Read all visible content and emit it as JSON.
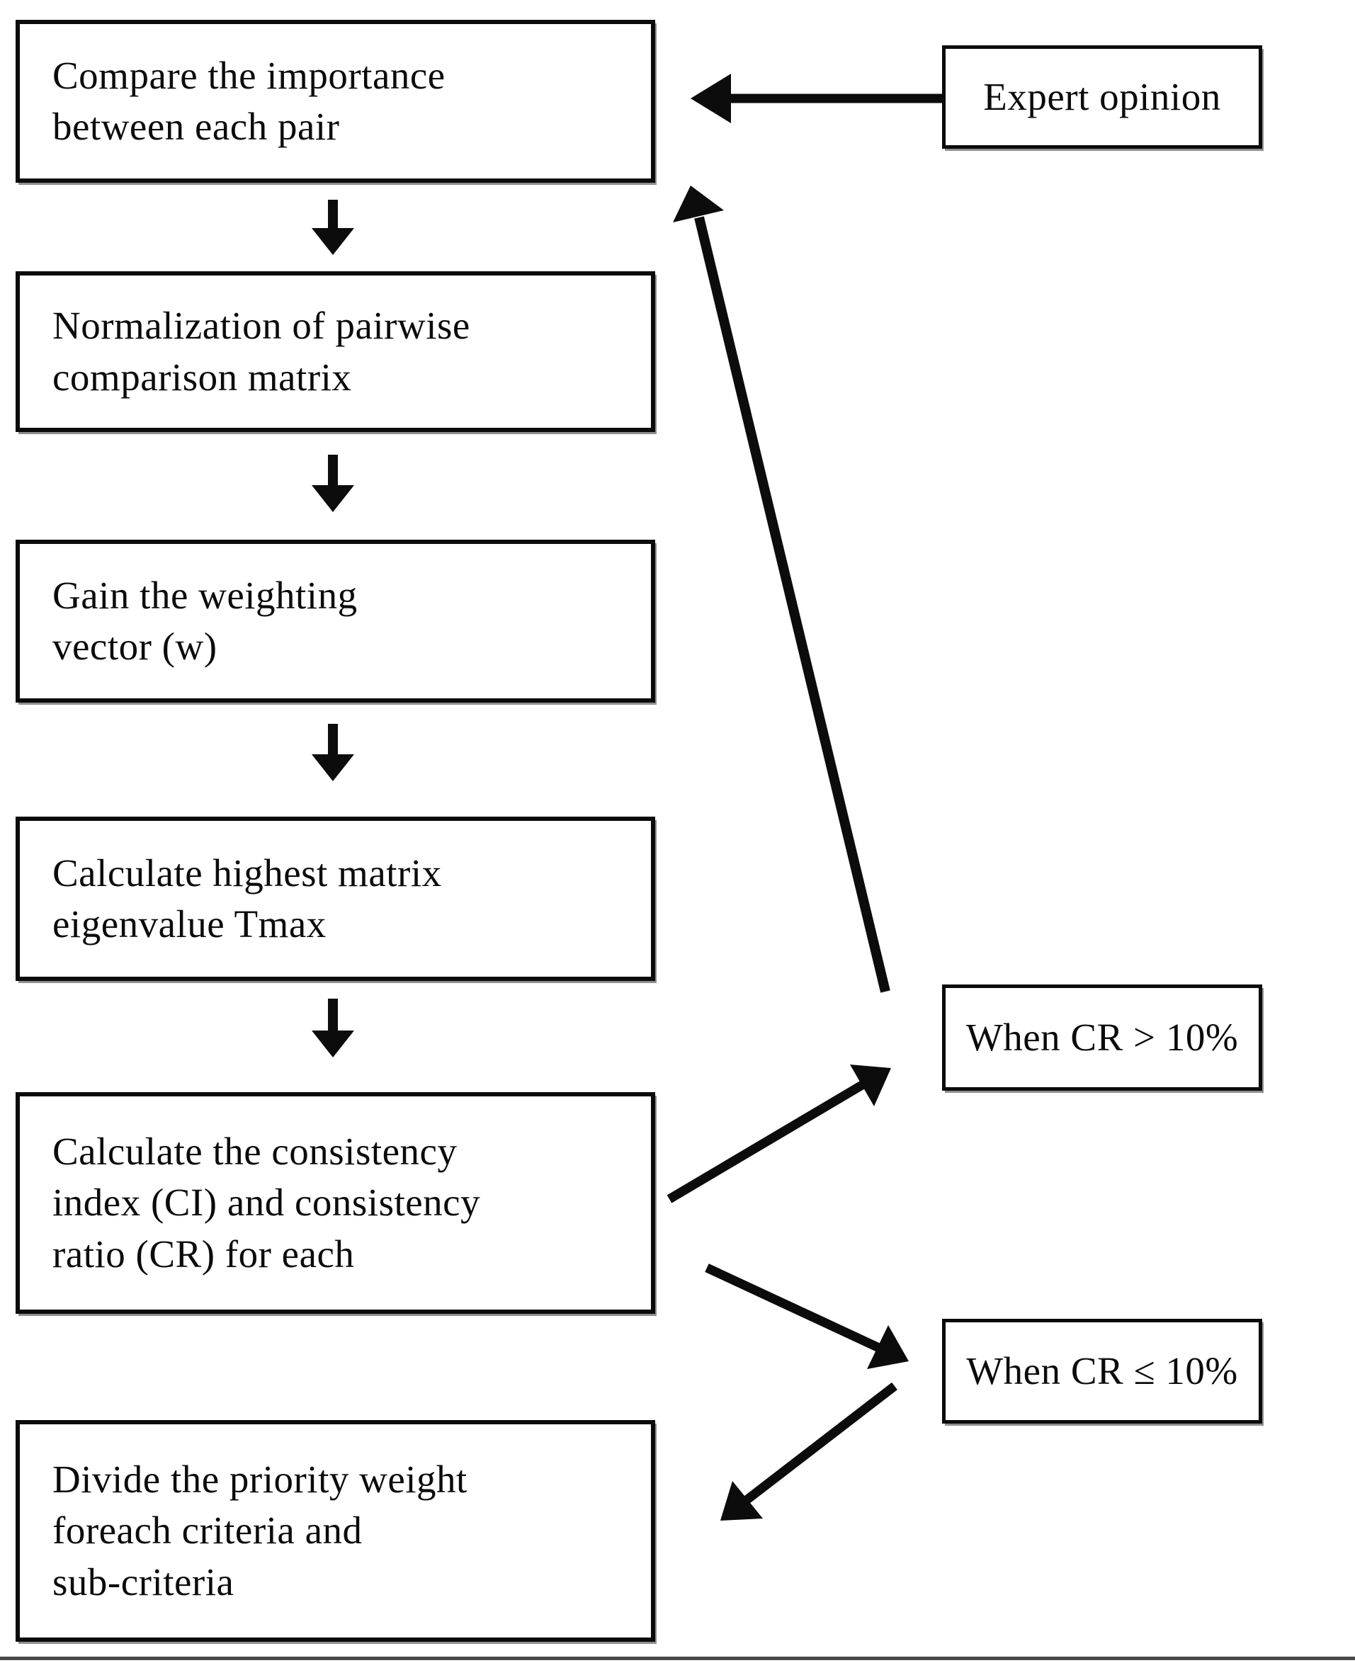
{
  "figure": {
    "background_color": "#ffffff",
    "line_color": "#0c0c0c",
    "type": "AHP method flowchart"
  },
  "flow_nodes": [
    {
      "id": "compare",
      "label": "Compare the importance\nbetween each pair"
    },
    {
      "id": "normalize",
      "label": "Normalization of pairwise\ncomparison matrix"
    },
    {
      "id": "weighting",
      "label": "Gain the weighting\nvector (w)"
    },
    {
      "id": "eigenvalue",
      "label": "Calculate highest matrix\neigenvalue Tmax"
    },
    {
      "id": "consistency",
      "label": "Calculate the consistency\nindex (CI) and consistency\nratio (CR) for each"
    },
    {
      "id": "divide",
      "label": "Divide the priority weight\nforeach criteria and\nsub-criteria"
    }
  ],
  "side_nodes": [
    {
      "id": "expert",
      "label": "Expert opinion"
    },
    {
      "id": "cr_gt",
      "label": "When CR > 10%"
    },
    {
      "id": "cr_le",
      "label": "When CR ≤ 10%"
    }
  ],
  "connectors": [
    {
      "from": "expert",
      "to": "compare",
      "type": "arrow"
    },
    {
      "from": "compare",
      "to": "normalize",
      "type": "arrow"
    },
    {
      "from": "normalize",
      "to": "weighting",
      "type": "arrow"
    },
    {
      "from": "weighting",
      "to": "eigenvalue",
      "type": "arrow"
    },
    {
      "from": "eigenvalue",
      "to": "consistency",
      "type": "arrow"
    },
    {
      "from": "consistency",
      "to": "cr_gt",
      "type": "arrow"
    },
    {
      "from": "cr_gt",
      "to": "compare",
      "type": "arrow"
    },
    {
      "from": "consistency",
      "to": "cr_le",
      "type": "arrow"
    },
    {
      "from": "cr_le",
      "to": "divide",
      "type": "arrow"
    }
  ]
}
